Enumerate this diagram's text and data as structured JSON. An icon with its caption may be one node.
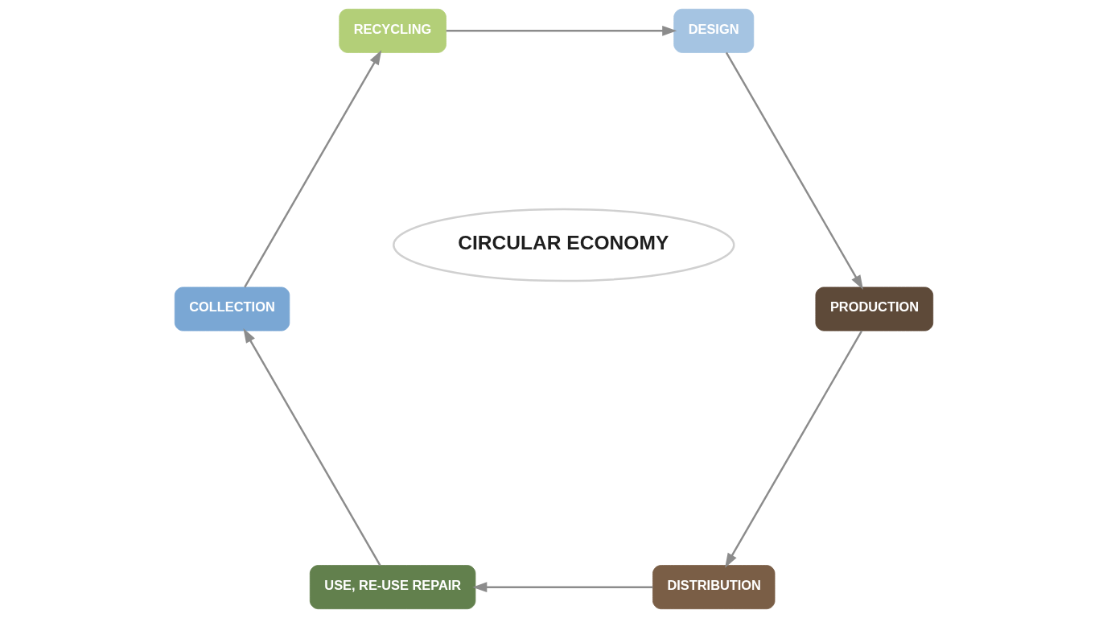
{
  "diagram": {
    "nodes": [
      {
        "text": [
          "RECYCLING"
        ]
      },
      {
        "text": [
          "DESIGN"
        ]
      },
      {
        "text": [
          "PRODUCTION"
        ]
      },
      {
        "text": [
          "DISTRIBUTION"
        ]
      },
      {
        "text": [
          "USE, RE-USE REPAIR"
        ]
      },
      {
        "text": [
          "COLLECTION"
        ]
      },
      {
        "text": [
          "CIRCULAR ECONOMY"
        ]
      }
    ],
    "edges": [
      {
        "from": 0,
        "to": 1,
        "arrow": "to"
      },
      {
        "from": 1,
        "to": 2,
        "arrow": "to"
      },
      {
        "from": 2,
        "to": 3,
        "arrow": "to"
      },
      {
        "from": 3,
        "to": 4,
        "arrow": "to"
      },
      {
        "from": 4,
        "to": 5,
        "arrow": "to"
      },
      {
        "from": 5,
        "to": 0,
        "arrow": "to"
      }
    ]
  }
}
